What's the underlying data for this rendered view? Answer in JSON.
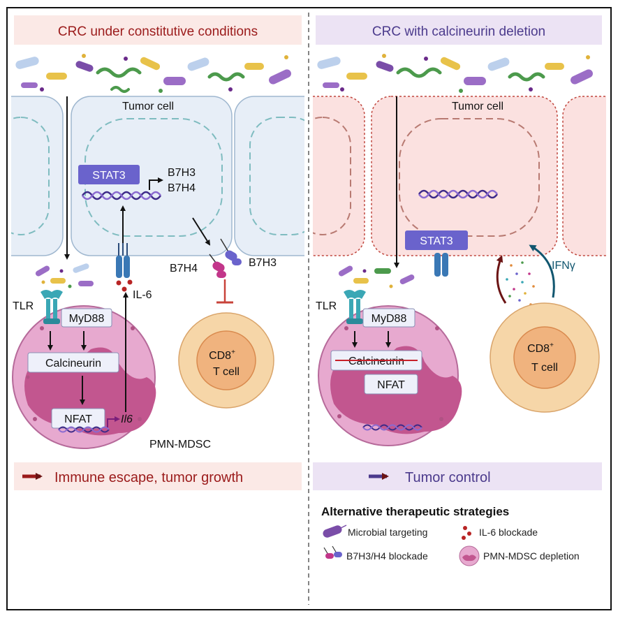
{
  "left_panel": {
    "title": "CRC under constitutive conditions",
    "tumor_cell_label": "Tumor cell",
    "stat3": "STAT3",
    "b7h3_gene": "B7H3",
    "b7h4_gene": "B7H4",
    "b7h4_protein": "B7H4",
    "b7h3_protein": "B7H3",
    "il6": "IL-6",
    "tlr": "TLR",
    "myd88": "MyD88",
    "calcineurin": "Calcineurin",
    "nfat": "NFAT",
    "il6_gene": "Il6",
    "cd8": "CD8",
    "cd8_sup": "+",
    "t_cell": "T cell",
    "pmn_mdsc": "PMN-MDSC",
    "outcome": "Immune escape, tumor growth"
  },
  "right_panel": {
    "title": "CRC with calcineurin deletion",
    "tumor_cell_label": "Tumor cell",
    "stat3": "STAT3",
    "tlr": "TLR",
    "myd88": "MyD88",
    "calcineurin": "Calcineurin",
    "nfat": "NFAT",
    "ifng": "IFNγ",
    "cd8": "CD8",
    "cd8_sup": "+",
    "t_cell": "T cell",
    "outcome": "Tumor control"
  },
  "legend": {
    "title": "Alternative therapeutic strategies",
    "items": [
      {
        "label": "Microbial targeting",
        "icon": "bacterium-icon"
      },
      {
        "label": "IL-6 blockade",
        "icon": "il6-dots-icon"
      },
      {
        "label": "B7H3/H4 blockade",
        "icon": "b7-receptor-icon"
      },
      {
        "label": "PMN-MDSC depletion",
        "icon": "mdsc-cell-icon"
      }
    ]
  },
  "colors": {
    "left_accent": "#9b1b1b",
    "right_accent": "#4b3a8c",
    "left_title_bg": "#fbe9e6",
    "right_title_bg": "#ece3f4",
    "tumor_left_fill": "#e7eef7",
    "tumor_right_fill": "#fbe1e0",
    "mdsc_fill": "#e7a9cf",
    "mdsc_nucleus": "#c2568f",
    "tcell_outer": "#f6d6a8",
    "tcell_inner": "#f0b37e",
    "stat3_fill": "#6a63cc",
    "box_fill": "#eef0fa"
  }
}
